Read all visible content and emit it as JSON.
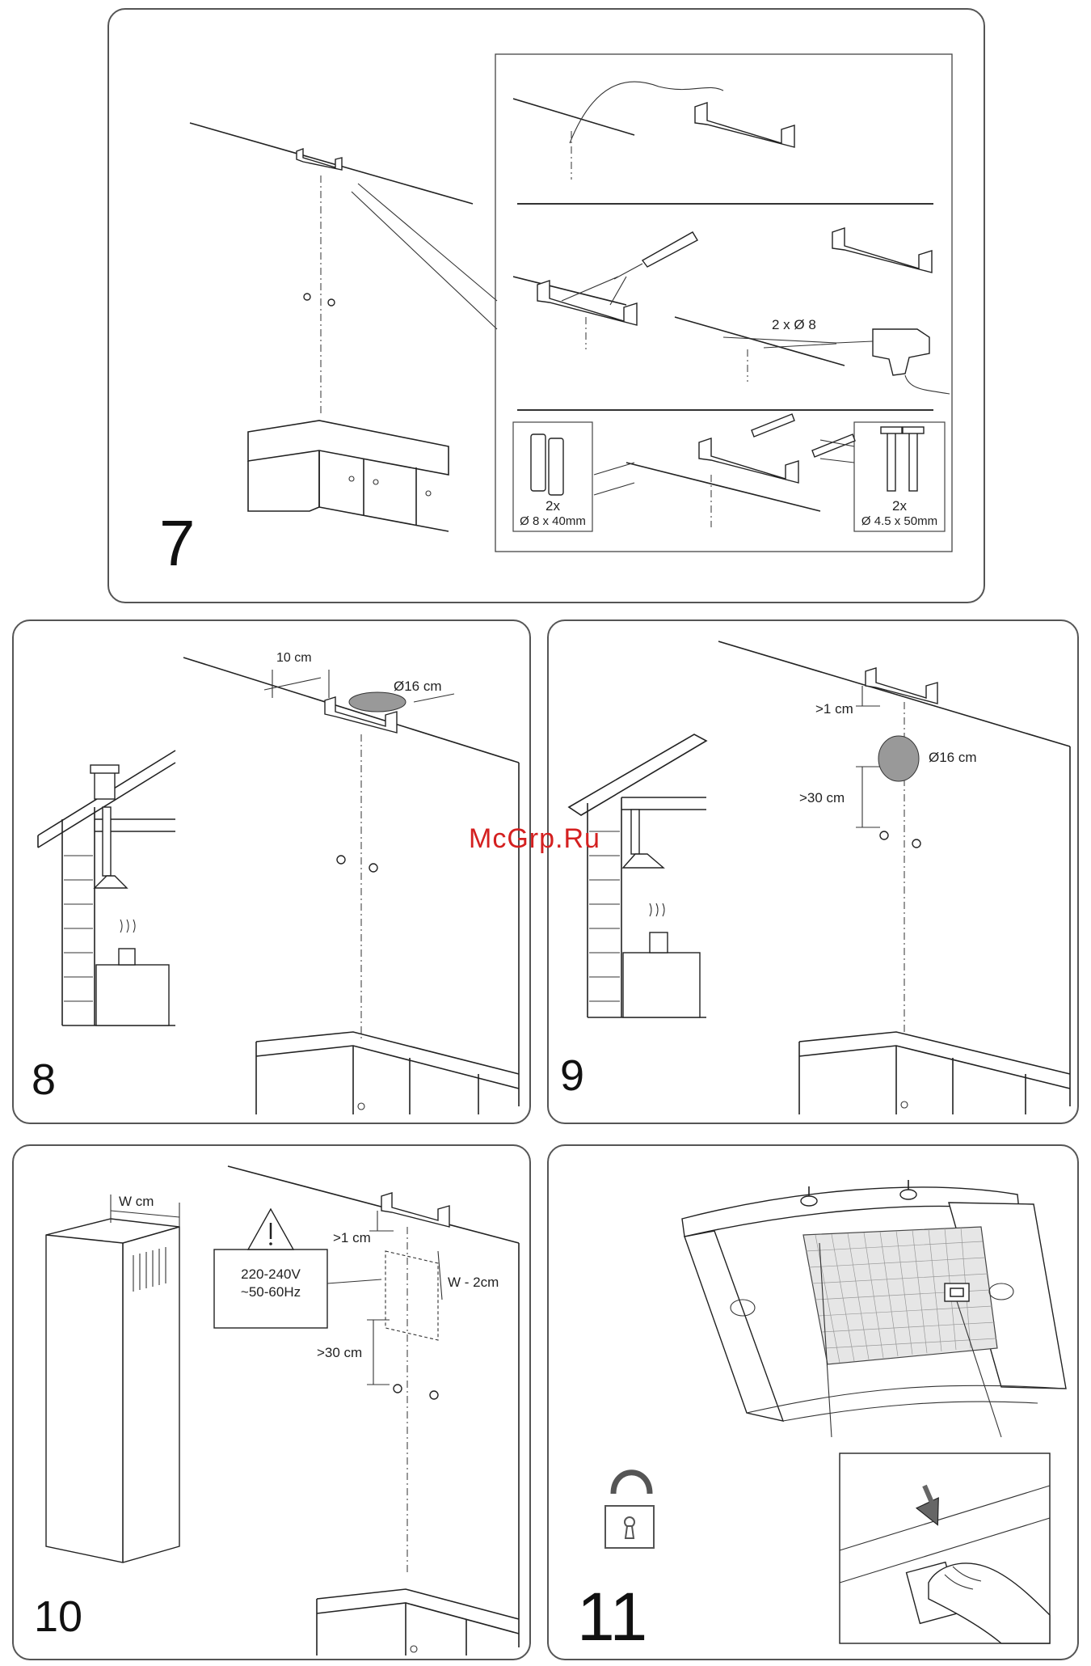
{
  "watermark": "McGrp.Ru",
  "steps": {
    "s7": {
      "number": "7",
      "drill_label": "2 x Ø 8",
      "plug_qty": "2x",
      "plug_size": "Ø 8 x 40mm",
      "screw_qty": "2x",
      "screw_size": "Ø 4.5 x 50mm"
    },
    "s8": {
      "number": "8",
      "offset_label": "10 cm",
      "hole_label": "Ø16 cm"
    },
    "s9": {
      "number": "9",
      "gap_top": ">1 cm",
      "hole_label": "Ø16 cm",
      "gap_bottom": ">30 cm"
    },
    "s10": {
      "number": "10",
      "width_label": "W cm",
      "gap_top": ">1 cm",
      "voltage": "220-240V",
      "frequency": "~50-60Hz",
      "width_minus": "W - 2cm",
      "gap_bottom": ">30 cm"
    },
    "s11": {
      "number": "11"
    }
  },
  "icons": [
    "bracket-icon",
    "drill-icon",
    "screwdriver-icon",
    "wall-plug-icon",
    "screw-icon",
    "warning-icon",
    "unlock-icon",
    "hand-icon",
    "arrow-down-icon"
  ]
}
